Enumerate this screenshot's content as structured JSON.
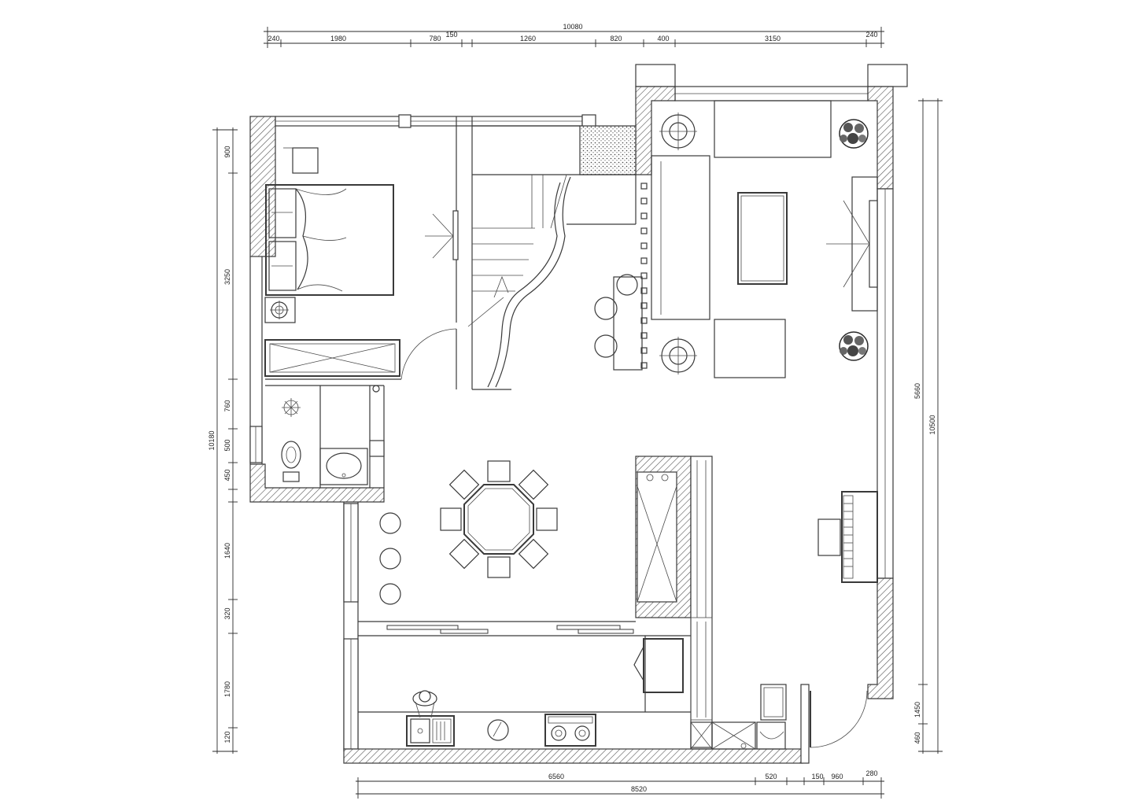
{
  "dimensions": {
    "top_total": "10080",
    "top": [
      "240",
      "1980",
      "780",
      "150",
      "1260",
      "820",
      "400",
      "3150",
      "240"
    ],
    "left_total": "10180",
    "left": [
      "900",
      "3250",
      "760",
      "500",
      "450",
      "1640",
      "320",
      "1780",
      "120"
    ],
    "right_total": "10500",
    "right": [
      "5660",
      "1450",
      "460"
    ],
    "bottom_total": "8520",
    "bottom": [
      "6560",
      "520",
      "150",
      "960",
      "280"
    ]
  },
  "colors": {
    "line": "#3a3a3a",
    "hatch": "#555555",
    "background": "#ffffff"
  }
}
